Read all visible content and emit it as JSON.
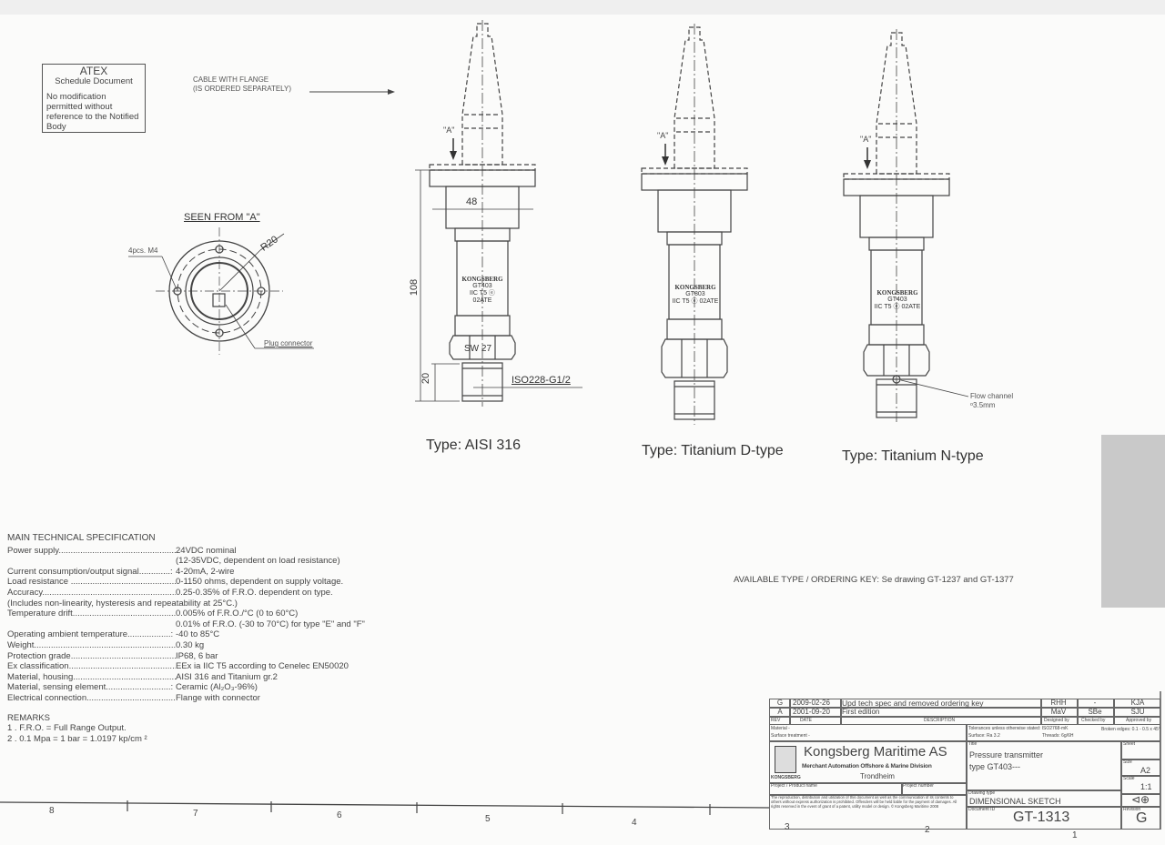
{
  "atex": {
    "title": "ATEX",
    "subtitle": "Schedule Document",
    "note": "No modification permitted without reference to the Notified Body"
  },
  "cable_note": {
    "line1": "CABLE WITH FLANGE",
    "line2": "(IS ORDERED SEPARATELY)"
  },
  "seen_from": {
    "title": "SEEN FROM \"A\"",
    "holes": "4pcs. M4",
    "radius": "R20",
    "plug": "Plug connector"
  },
  "transmitters": [
    {
      "type": "Type: AISI 316",
      "view_label": "\"A\"",
      "brand": "KONGSBERG",
      "model": "GT403",
      "marking": "IIC T5 ⓔ 02ATE",
      "dims": {
        "width": "48",
        "height": "108",
        "thread_len": "20",
        "hex": "SW 27",
        "thread": "ISO228-G1/2"
      }
    },
    {
      "type": "Type: Titanium D-type",
      "view_label": "\"A\"",
      "brand": "KONGSBERG",
      "model": "GT803",
      "marking": "IIC T5 ⓔ 02ATE"
    },
    {
      "type": "Type: Titanium N-type",
      "view_label": "\"A\"",
      "brand": "KONGSBERG",
      "model": "GT403",
      "marking": "IIC T5 ⓔ 02ATE",
      "flow_channel": "Flow channel",
      "flow_dia": "ᵒ3.5mm"
    }
  ],
  "spec": {
    "title": "MAIN TECHNICAL SPECIFICATION",
    "rows": [
      {
        "k": "Power supply........................................................:",
        "v": "24VDC nominal"
      },
      {
        "k": "",
        "v": "(12-35VDC, dependent on load resistance)"
      },
      {
        "k": "Current consumption/output signal.............:",
        "v": "4-20mA, 2-wire"
      },
      {
        "k": "Load resistance ............................................:",
        "v": "0-1150 ohms, dependent on supply voltage."
      },
      {
        "k": "Accuracy..........................................................:",
        "v": "0.25-0.35% of F.R.O. dependent on type."
      },
      {
        "k": "(Includes non-linearity, hysteresis and repeatability at 25°C.)",
        "v": ""
      },
      {
        "k": "Temperature drift...............................................:",
        "v": "0.005% of F.R.O./°C (0 to 60°C)"
      },
      {
        "k": "",
        "v": "0.01% of F.R.O. (-30 to 70°C) for type \"E\" and \"F\""
      },
      {
        "k": "Operating ambient temperature..................:",
        "v": "-40 to 85°C"
      },
      {
        "k": "Weight...........................................................:",
        "v": "0.30 kg"
      },
      {
        "k": "Protection grade..............................................:",
        "v": "IP68, 6 bar"
      },
      {
        "k": "Ex classification.............................................:",
        "v": "EEx ia IIC T5 according to Cenelec EN50020"
      },
      {
        "k": "Material, housing............................................:",
        "v": "AISI 316 and Titanium gr.2"
      },
      {
        "k": "Material, sensing element...........................:",
        "v": "Ceramic (Al₂O₃-96%)"
      },
      {
        "k": "Electrical connection.....................................:",
        "v": "Flange with connector"
      }
    ],
    "remarks_title": "REMARKS",
    "remarks": [
      "1 . F.R.O. = Full Range Output.",
      "2 . 0.1 Mpa = 1 bar = 1.0197 kp/cm ²"
    ]
  },
  "available": "AVAILABLE TYPE / ORDERING KEY: Se drawing GT-1237 and GT-1377",
  "title_block": {
    "revisions": [
      {
        "rev": "G",
        "date": "2009-02-26",
        "desc": "Upd tech spec and removed ordering key",
        "designed": "RHH",
        "checked": "-",
        "approved": "KJA"
      },
      {
        "rev": "A",
        "date": "2001-09-20",
        "desc": "First edition",
        "designed": "MaV",
        "checked": "SBe",
        "approved": "SJU"
      }
    ],
    "hdr_rev": "REV",
    "hdr_date": "DATE",
    "hdr_desc": "DESCRIPTION",
    "hdr_designed": "Designed by",
    "hdr_checked": "Checked by",
    "hdr_approved": "Approved by",
    "material": "Material  -",
    "surface": "Surface treatment  -",
    "tolerances": "Tolerances unless otherwise stated: ISO2768-mK",
    "roughness": "Surface: Ra 3.2",
    "threads": "Threads: 6g/6H",
    "edges": "Broken edges: 0.1 - 0.5 x 45°",
    "company": "Kongsberg Maritime AS",
    "division": "Merchant Automation Offshore & Marine Division",
    "city": "Trondheim",
    "logo_text": "KONGSBERG",
    "title_label": "Title",
    "title1": "Pressure transmitter",
    "title2": "type GT403---",
    "sheet_label": "Sheet",
    "size_label": "Size",
    "size": "A2",
    "scale_label": "Scale",
    "scale": "1:1",
    "project_label": "Project / Product name",
    "project_number_label": "Project number",
    "drawing_type_label": "Drawing type",
    "drawing_type": "DIMENSIONAL SKETCH",
    "doc_id_label": "Document ID",
    "doc_id": "GT-1313",
    "revision_label": "Revision",
    "revision": "G",
    "copyright": "The reproduction, distribution and utilization of this document as well as the communication of its contents to others without express authorization is prohibited. Offenders will be held liable for the payment of damages. All rights reserved in the event of grant of a patent, utility model or design. © Kongsberg Maritime 2008"
  },
  "ruler": [
    "8",
    "7",
    "6",
    "5",
    "4",
    "3",
    "2",
    "1"
  ]
}
